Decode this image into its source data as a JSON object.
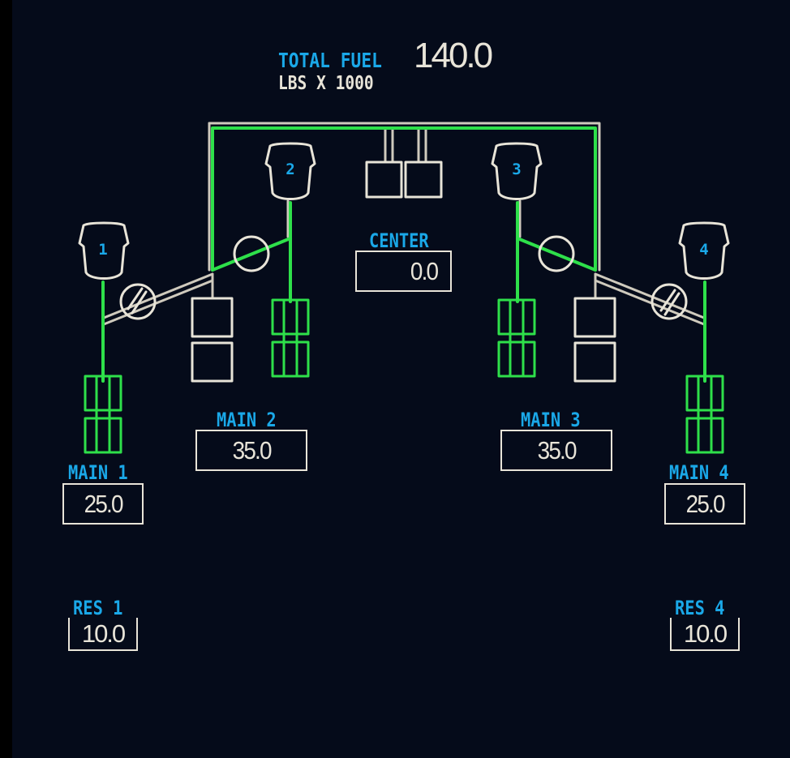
{
  "header": {
    "total_fuel_label": "TOTAL FUEL",
    "units_label": "LBS X 1000",
    "total_fuel_value": "140.0"
  },
  "engines": [
    "1",
    "2",
    "3",
    "4"
  ],
  "tanks": {
    "center": {
      "label": "CENTER",
      "value": "0.0"
    },
    "main1": {
      "label": "MAIN 1",
      "value": "25.0"
    },
    "main2": {
      "label": "MAIN 2",
      "value": "35.0"
    },
    "main3": {
      "label": "MAIN 3",
      "value": "35.0"
    },
    "main4": {
      "label": "MAIN 4",
      "value": "25.0"
    },
    "res1": {
      "label": "RES 1",
      "value": "10.0"
    },
    "res4": {
      "label": "RES 4",
      "value": "10.0"
    }
  },
  "colors": {
    "background": "#050b1a",
    "label_cyan": "#1aa8e8",
    "line_white": "#e8e4d8",
    "active_green": "#2ee04a"
  }
}
